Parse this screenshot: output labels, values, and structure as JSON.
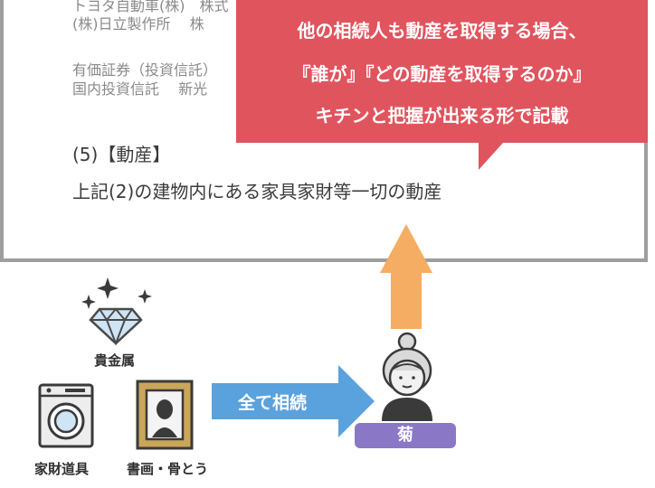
{
  "document": {
    "line1": "トヨタ自動車(株)　株式",
    "line2": "(株)日立製作所　 株",
    "line3": "有価証券（投資信託）",
    "line4": "国内投資信託　 新光",
    "section_title": "(5)【動産】",
    "section_body": "上記(2)の建物内にある家具家財等一切の動産"
  },
  "callout": {
    "line1": "他の相続人も動産を取得する場合、",
    "line2": "『誰が』『どの動産を取得するのか』",
    "line3": "キチンと把握が出来る形で記載",
    "color": "#e0545e"
  },
  "diagram": {
    "arrow_label": "全て相続",
    "heir_name": "菊",
    "items": {
      "jewelry": "貴金属",
      "appliances": "家財道具",
      "art": "書画・骨とう"
    },
    "colors": {
      "up_arrow": "#f5ad63",
      "right_arrow": "#5aa2dd",
      "name_pill": "#8a78c6"
    }
  }
}
